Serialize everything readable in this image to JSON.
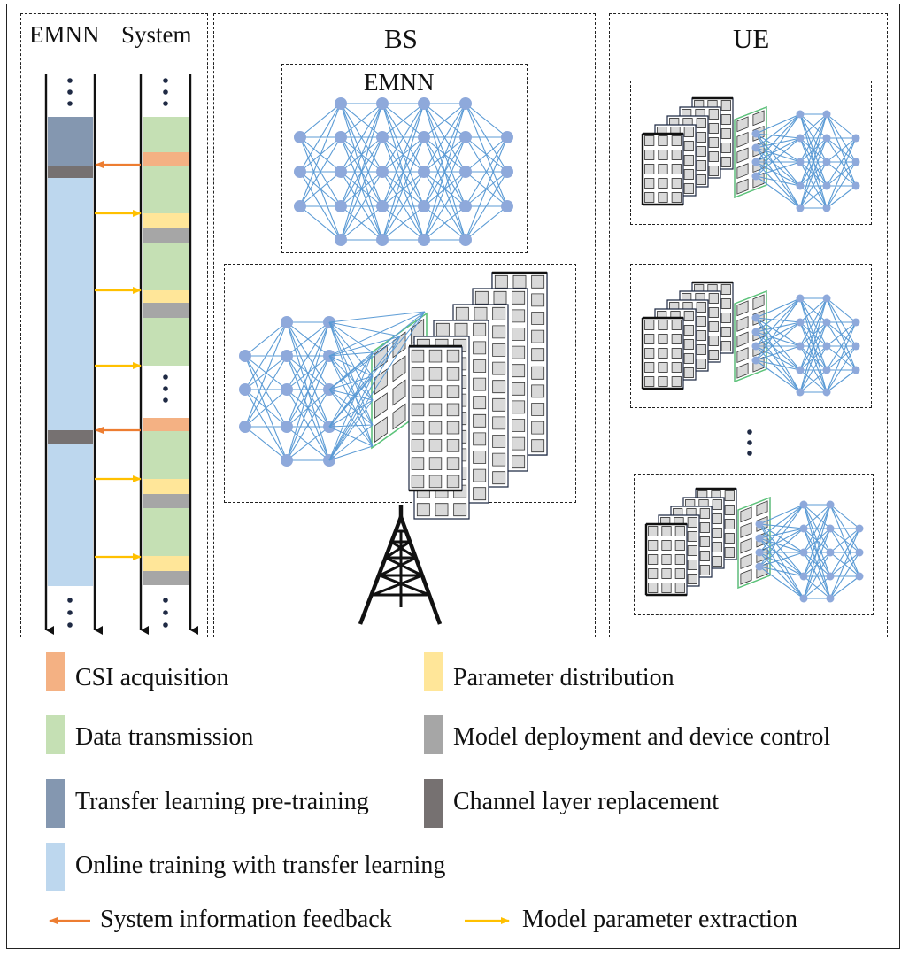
{
  "panels": {
    "left": {
      "title_left": "EMNN",
      "title_right": "System"
    },
    "bs": {
      "title": "BS",
      "emnn_label": "EMNN"
    },
    "ue": {
      "title": "UE"
    }
  },
  "colors": {
    "csi": "#f4b183",
    "data": "#c5e0b4",
    "pretrain": "#8497b0",
    "online": "#bdd7ee",
    "param_dist": "#ffe699",
    "deploy": "#a6a6a6",
    "replace": "#767171",
    "feedback_arrow": "#ed7d31",
    "extract_arrow": "#ffc000",
    "node": "#8ea9db",
    "edge": "#5b9bd5",
    "surface_cell": "#d9d9d9"
  },
  "legend": {
    "csi": "CSI acquisition",
    "param_dist": "Parameter distribution",
    "data": "Data transmission",
    "deploy": "Model deployment and device control",
    "pretrain": "Transfer learning pre-training",
    "replace": "Channel layer replacement",
    "online": "Online training with transfer learning",
    "feedback": "System information feedback",
    "extract": "Model parameter extraction"
  }
}
